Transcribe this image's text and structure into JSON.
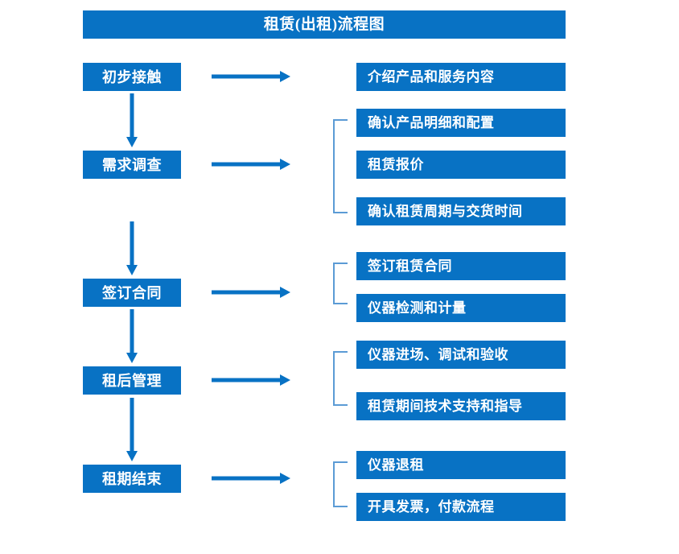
{
  "diagram": {
    "title": "租赁(出租)流程图",
    "accent_color": "#0872C4",
    "bracket_color": "#5B9BD5",
    "stages": [
      {
        "label": "初步接触"
      },
      {
        "label": "需求调查"
      },
      {
        "label": "签订合同"
      },
      {
        "label": "租后管理"
      },
      {
        "label": "租期结束"
      }
    ],
    "details": [
      {
        "label": "介绍产品和服务内容"
      },
      {
        "label": "确认产品明细和配置"
      },
      {
        "label": "租赁报价"
      },
      {
        "label": "确认租赁周期与交货时间"
      },
      {
        "label": "签订租赁合同"
      },
      {
        "label": "仪器检测和计量"
      },
      {
        "label": "仪器进场、调试和验收"
      },
      {
        "label": "租赁期间技术支持和指导"
      },
      {
        "label": "仪器退租"
      },
      {
        "label": "开具发票，付款流程"
      }
    ]
  }
}
